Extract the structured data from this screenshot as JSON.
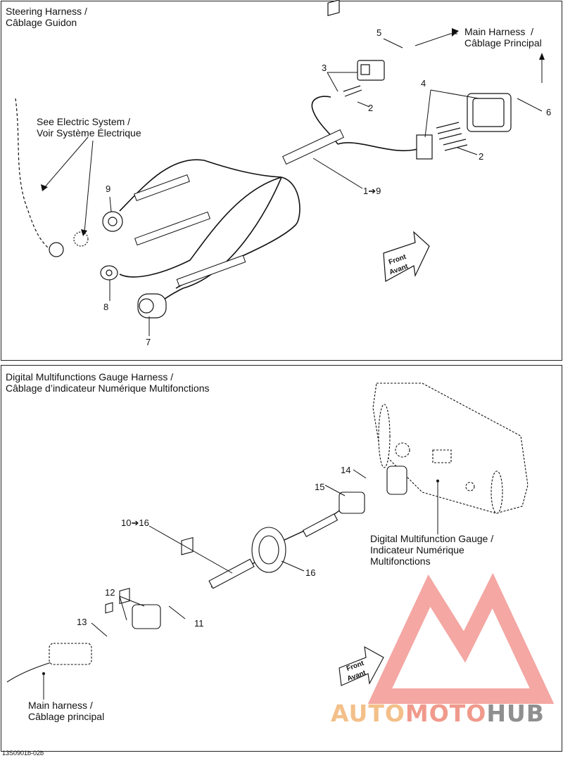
{
  "top_panel": {
    "title_line1": "Steering Harness /",
    "title_line2": "Câblage Guidon",
    "callout_electric_line1": "See Electric System /",
    "callout_electric_line2": "Voir Système Électrique",
    "callout_main_line1": "Main Harness  /",
    "callout_main_line2": "Câblage Principal",
    "front_arrow_line1": "Front",
    "front_arrow_line2": "Avant",
    "parts": {
      "p1_9": "1➔9",
      "p2a": "2",
      "p2b": "2",
      "p3": "3",
      "p4": "4",
      "p5": "5",
      "p6": "6",
      "p7": "7",
      "p8": "8",
      "p9": "9"
    }
  },
  "bottom_panel": {
    "title_line1": "Digital Multifunctions Gauge Harness /",
    "title_line2": "Câblage d’indicateur Numérique Multifonctions",
    "callout_gauge_line1": "Digital Multifunction Gauge /",
    "callout_gauge_line2": "Indicateur Numérique",
    "callout_gauge_line3": "Multifonctions",
    "callout_main_line1": "Main harness /",
    "callout_main_line2": "Câblage principal",
    "front_arrow_line1": "Front",
    "front_arrow_line2": "Avant",
    "parts": {
      "p10_16": "10➔16",
      "p11": "11",
      "p12": "12",
      "p13": "13",
      "p14": "14",
      "p15": "15",
      "p16": "16"
    }
  },
  "footer": {
    "code": "13S0901b-02b"
  },
  "watermark": {
    "part1": "AUTO",
    "part2": "MOTO",
    "part3": "HUB",
    "colors": {
      "auto": "#f3c08a",
      "moto": "#f09a8c",
      "hub": "#8f8f8f",
      "logo": "#f08a84"
    }
  }
}
